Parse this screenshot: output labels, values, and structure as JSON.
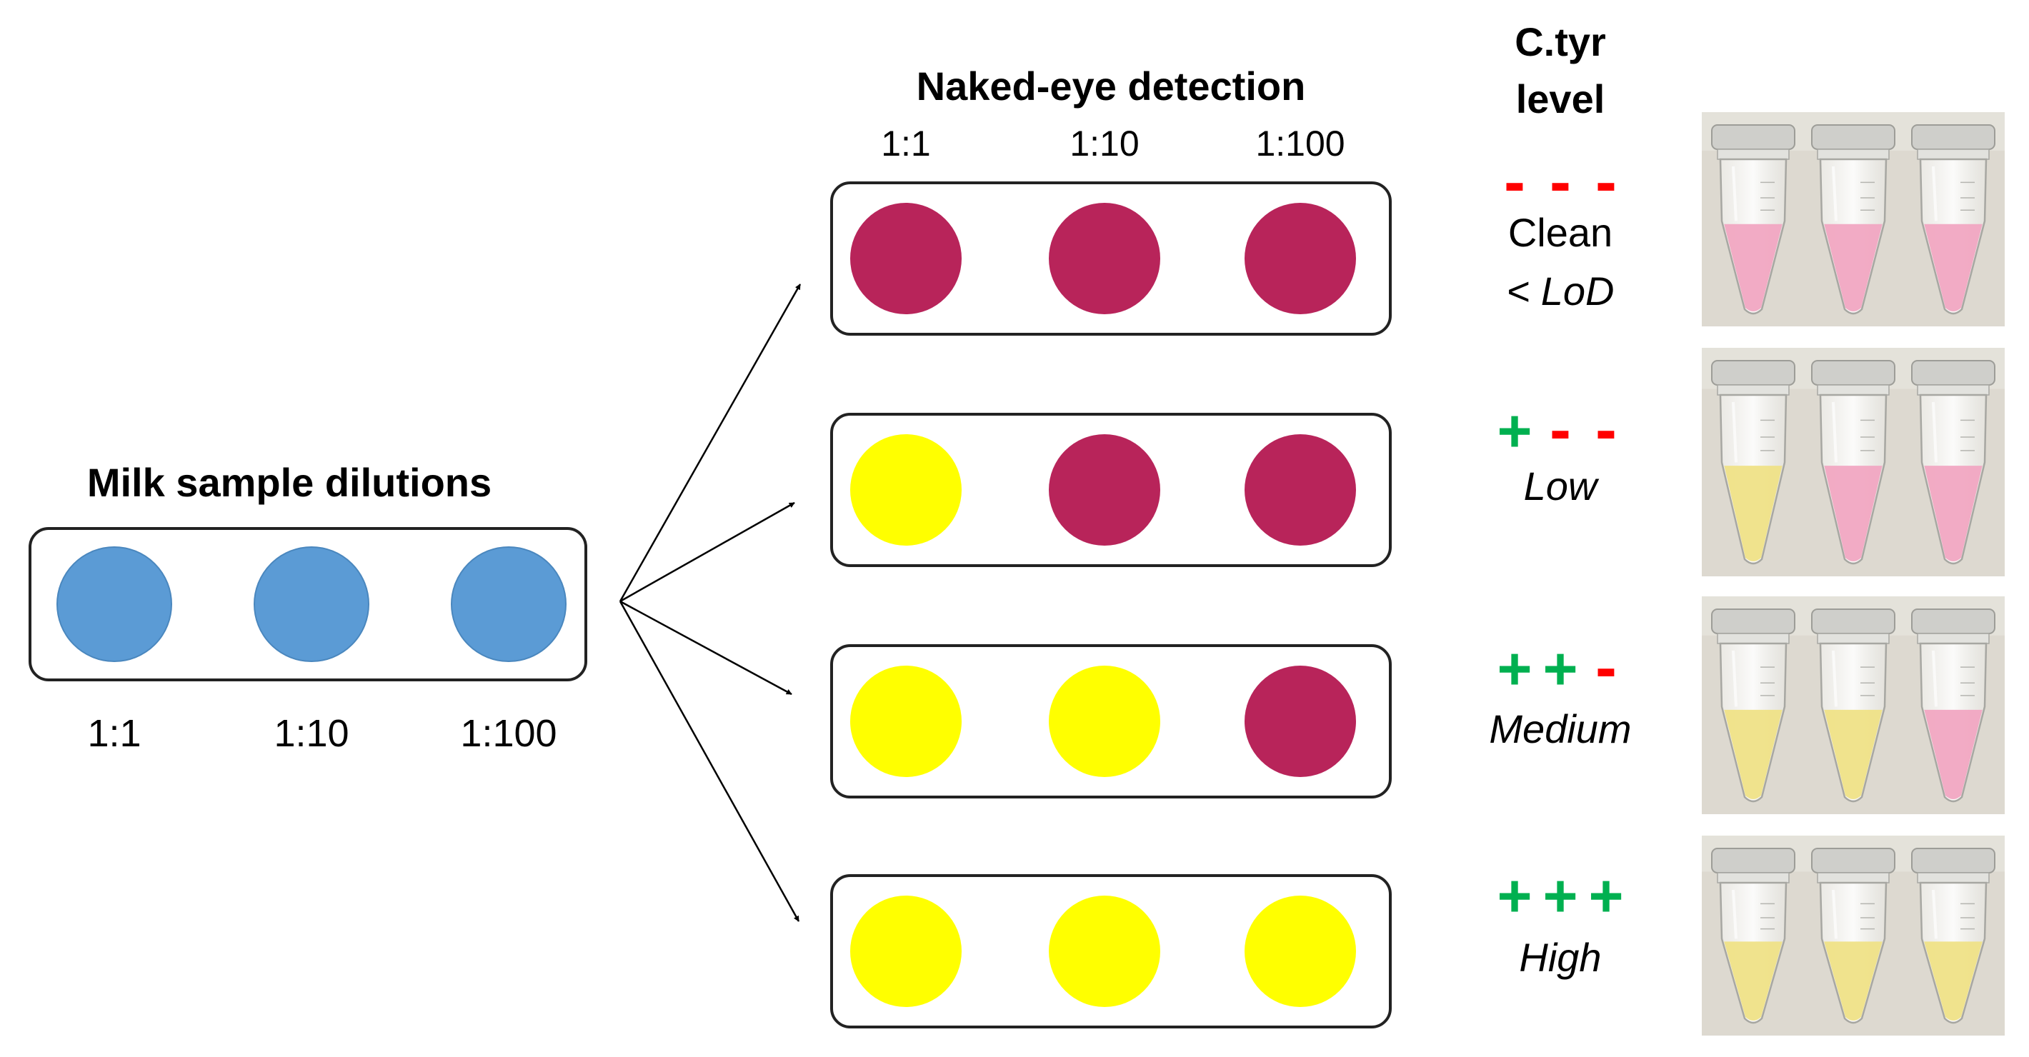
{
  "left_panel": {
    "title": "Milk sample dilutions",
    "dilutions": [
      "1:1",
      "1:10",
      "1:100"
    ],
    "dot_color": "#5b9bd5"
  },
  "detection": {
    "title": "Naked-eye detection",
    "dilutions": [
      "1:1",
      "1:10",
      "1:100"
    ],
    "colors": {
      "negative": "#b8245a",
      "positive": "#ffff00"
    },
    "rows": [
      {
        "dots": [
          "negative",
          "negative",
          "negative"
        ]
      },
      {
        "dots": [
          "positive",
          "negative",
          "negative"
        ]
      },
      {
        "dots": [
          "positive",
          "positive",
          "negative"
        ]
      },
      {
        "dots": [
          "positive",
          "positive",
          "positive"
        ]
      }
    ]
  },
  "level_column": {
    "title_line1": "C.tyr",
    "title_line2": "level",
    "sign_colors": {
      "+": "#00b050",
      "-": "#ff0000"
    },
    "rows": [
      {
        "signs": [
          "-",
          "-",
          "-"
        ],
        "label": "Clean",
        "sublabel": "< LoD"
      },
      {
        "signs": [
          "+",
          "-",
          "-"
        ],
        "label": "",
        "sublabel": "Low"
      },
      {
        "signs": [
          "+",
          "+",
          "-"
        ],
        "label": "",
        "sublabel": "Medium"
      },
      {
        "signs": [
          "+",
          "+",
          "+"
        ],
        "label": "",
        "sublabel": "High"
      }
    ]
  },
  "tube_photos": {
    "background": "#ddd9d0",
    "liquid_colors": {
      "pink": "#f1a7c2",
      "yellow": "#efe287"
    },
    "rows": [
      {
        "tubes": [
          "pink",
          "pink",
          "pink"
        ]
      },
      {
        "tubes": [
          "yellow",
          "pink",
          "pink"
        ]
      },
      {
        "tubes": [
          "yellow",
          "yellow",
          "pink"
        ]
      },
      {
        "tubes": [
          "yellow",
          "yellow",
          "yellow"
        ]
      }
    ]
  }
}
